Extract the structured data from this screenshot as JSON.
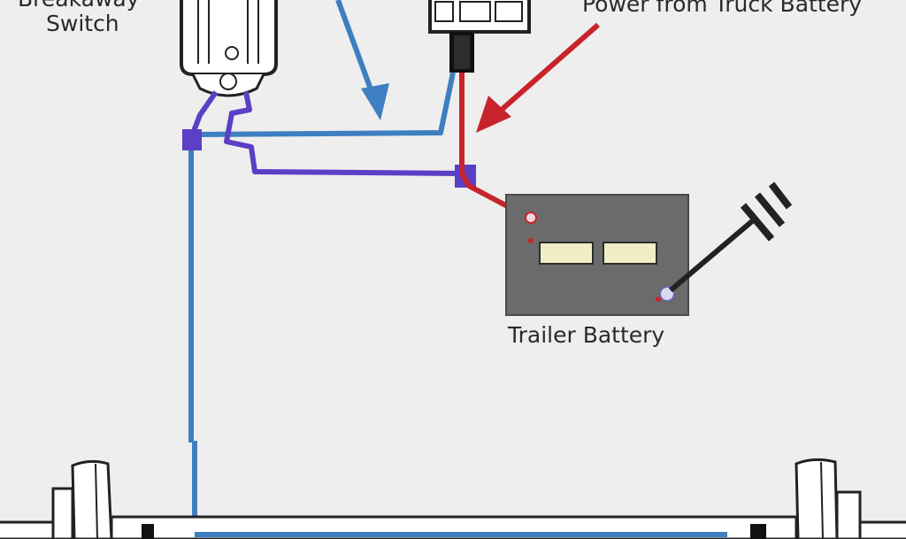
{
  "labels": {
    "breakaway_switch_line1": "Breakaway",
    "breakaway_switch_line2": "Switch",
    "power_from_truck_battery": "Power from Truck Battery",
    "trailer_battery": "Trailer Battery"
  },
  "colors": {
    "background": "#eeeeee",
    "wire_blue": "#3d7fc0",
    "wire_purple": "#5b3fc4",
    "wire_red": "#c8232b",
    "battery_body": "#6b6b6b",
    "battery_cell": "#f1edc6",
    "component_outline": "#222222"
  },
  "icons": [
    "breakaway-switch-icon",
    "brake-controller-connector-icon",
    "trailer-battery-icon",
    "ground-symbol-icon",
    "trailer-axle-icon",
    "arrow-icon"
  ]
}
